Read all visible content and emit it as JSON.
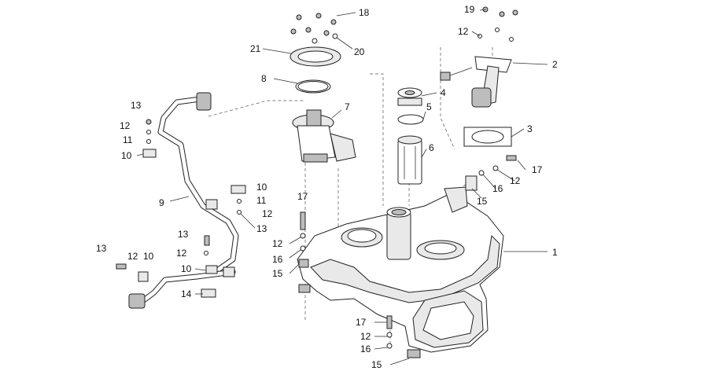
{
  "diagram": {
    "callouts": [
      {
        "id": "c1",
        "text": "1"
      },
      {
        "id": "c2",
        "text": "2"
      },
      {
        "id": "c3",
        "text": "3"
      },
      {
        "id": "c4",
        "text": "4"
      },
      {
        "id": "c5",
        "text": "5"
      },
      {
        "id": "c6",
        "text": "6"
      },
      {
        "id": "c7",
        "text": "7"
      },
      {
        "id": "c8",
        "text": "8"
      },
      {
        "id": "c9",
        "text": "9"
      },
      {
        "id": "c10a",
        "text": "10"
      },
      {
        "id": "c10b",
        "text": "10"
      },
      {
        "id": "c10c",
        "text": "10"
      },
      {
        "id": "c10d",
        "text": "10"
      },
      {
        "id": "c11a",
        "text": "11"
      },
      {
        "id": "c11b",
        "text": "11"
      },
      {
        "id": "c12a",
        "text": "12"
      },
      {
        "id": "c12b",
        "text": "12"
      },
      {
        "id": "c12c",
        "text": "12"
      },
      {
        "id": "c12d",
        "text": "12"
      },
      {
        "id": "c12e",
        "text": "12"
      },
      {
        "id": "c12f",
        "text": "12"
      },
      {
        "id": "c12g",
        "text": "12"
      },
      {
        "id": "c12h",
        "text": "12"
      },
      {
        "id": "c13a",
        "text": "13"
      },
      {
        "id": "c13b",
        "text": "13"
      },
      {
        "id": "c13c",
        "text": "13"
      },
      {
        "id": "c13d",
        "text": "13"
      },
      {
        "id": "c14",
        "text": "14"
      },
      {
        "id": "c15a",
        "text": "15"
      },
      {
        "id": "c15b",
        "text": "15"
      },
      {
        "id": "c15c",
        "text": "15"
      },
      {
        "id": "c16a",
        "text": "16"
      },
      {
        "id": "c16b",
        "text": "16"
      },
      {
        "id": "c16c",
        "text": "16"
      },
      {
        "id": "c17a",
        "text": "17"
      },
      {
        "id": "c17b",
        "text": "17"
      },
      {
        "id": "c17c",
        "text": "17"
      },
      {
        "id": "c18",
        "text": "18"
      },
      {
        "id": "c19",
        "text": "19"
      },
      {
        "id": "c20",
        "text": "20"
      },
      {
        "id": "c21",
        "text": "21"
      }
    ]
  }
}
